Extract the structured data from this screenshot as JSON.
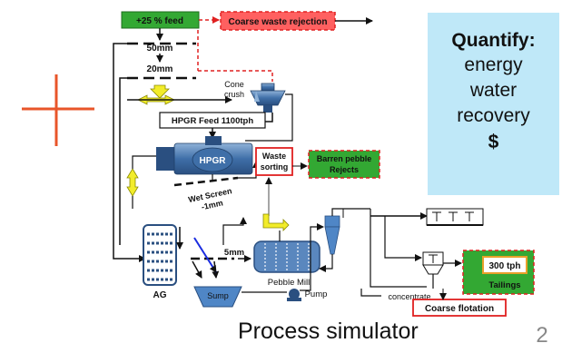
{
  "streams": {
    "feed": "+25 % feed",
    "coarse_waste": "Coarse waste rejection",
    "screen_50": "50mm",
    "screen_20": "20mm",
    "cone_crusher": "Cone\ncrush",
    "hpgr_feed": "HPGR Feed 1100tph",
    "hpgr": "HPGR",
    "waste_sorting": "Waste\nsorting",
    "barren_pebble": "Barren pebble\nRejects",
    "wet_screen": "Wet Screen\n-1mm",
    "screen_5": "5mm",
    "ag": "AG",
    "sump": "Sump",
    "pebble_mill": "Pebble Mill",
    "pump": "Pump",
    "tailings_rate": "300 tph",
    "tailings": "Tailings",
    "concentrate": "concentrate",
    "coarse_flotation": "Coarse flotation"
  },
  "panel": {
    "title": "Quantify:",
    "items": [
      "energy",
      "water",
      "recovery"
    ],
    "symbol": "$"
  },
  "caption": "Process simulator",
  "page_number": "2",
  "colors": {
    "green_fill": "#33a833",
    "red_border": "#e02020",
    "panel_bg": "#bfe8f8",
    "cross": "#e8552a",
    "yellow": "#f2ec2a",
    "equipment_blue": "#3f6fa8"
  }
}
